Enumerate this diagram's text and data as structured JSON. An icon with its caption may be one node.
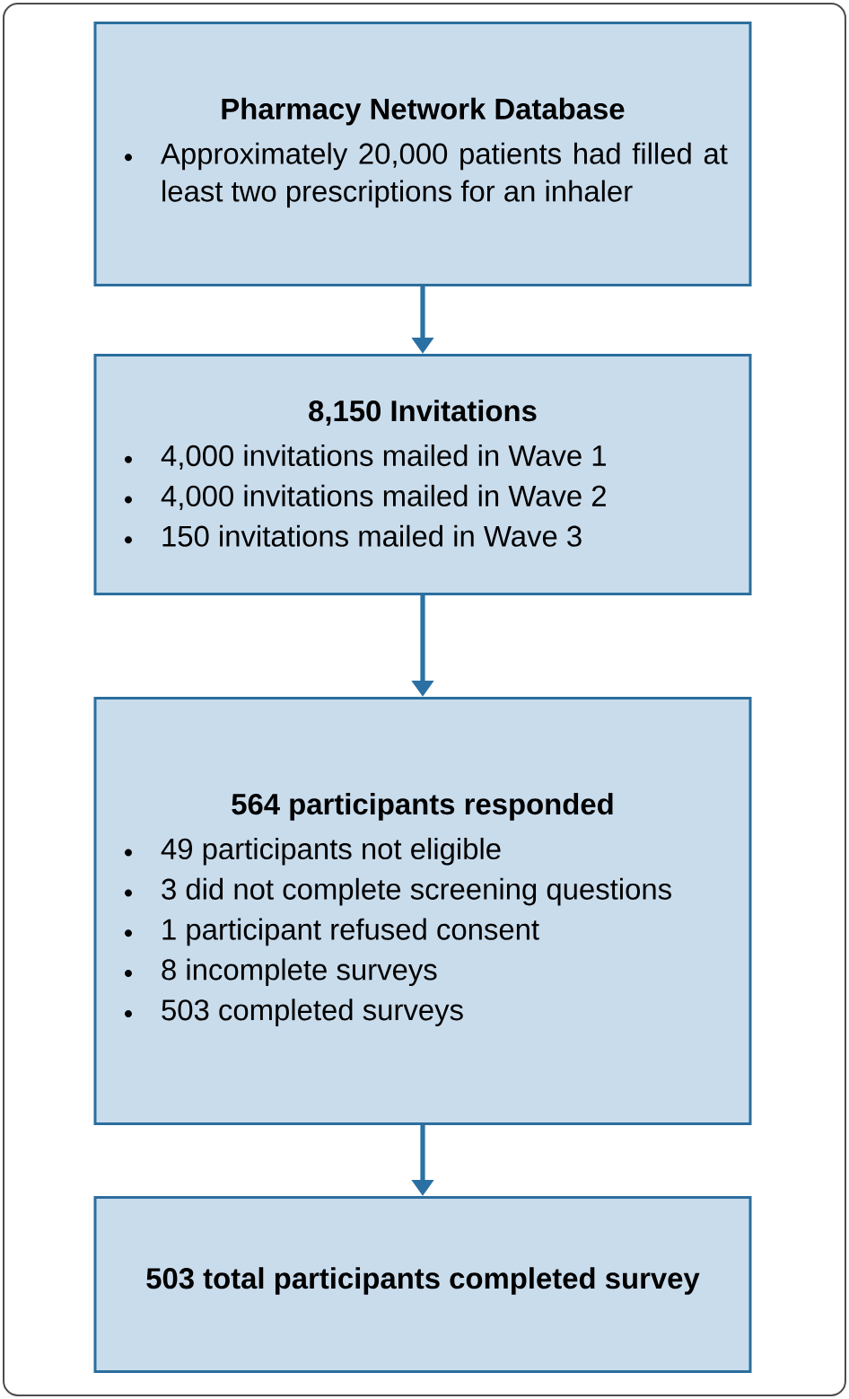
{
  "diagram": {
    "nodes": [
      {
        "text": [
          "Pharmacy Network Database",
          "Approximately 20,000 patients had filled at least two prescriptions for an inhaler"
        ]
      },
      {
        "text": [
          "8,150 Invitations",
          "4,000 invitations mailed in Wave 1",
          "4,000 invitations mailed in Wave 2",
          "150 invitations mailed in Wave 3"
        ]
      },
      {
        "text": [
          "564 participants responded",
          "49 participants not eligible",
          "3 did not complete screening questions",
          "1 participant refused consent",
          "8 incomplete surveys",
          "503 completed surveys"
        ]
      },
      {
        "text": [
          "503 total participants completed survey"
        ]
      }
    ],
    "edges": [
      {
        "from": 0,
        "to": 1,
        "arrow": "to"
      },
      {
        "from": 1,
        "to": 2,
        "arrow": "to"
      },
      {
        "from": 2,
        "to": 3,
        "arrow": "to"
      }
    ]
  }
}
